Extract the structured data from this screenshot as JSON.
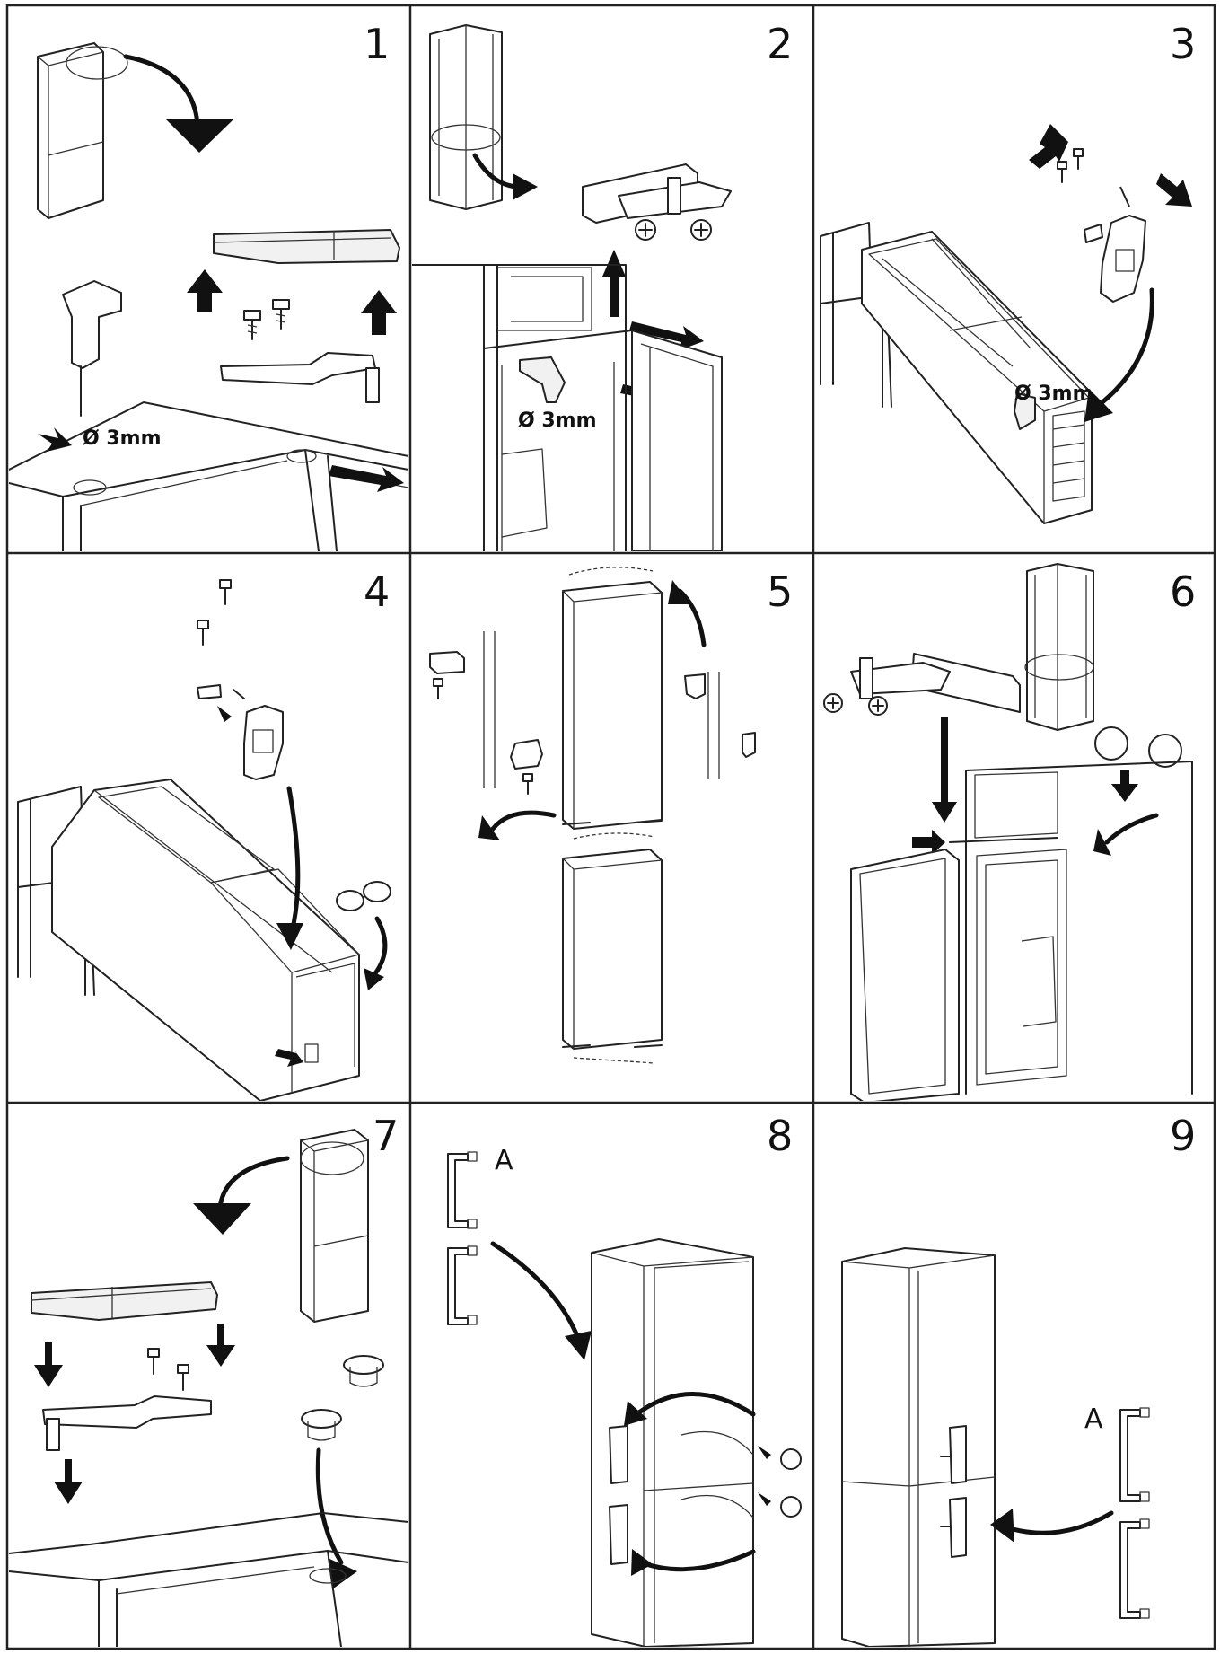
{
  "panels": [
    {
      "step": "1",
      "label": "Ø 3mm"
    },
    {
      "step": "2",
      "label": "Ø 3mm"
    },
    {
      "step": "3",
      "label": "Ø 3mm"
    },
    {
      "step": "4"
    },
    {
      "step": "5"
    },
    {
      "step": "6"
    },
    {
      "step": "7"
    },
    {
      "step": "8",
      "label": "A"
    },
    {
      "step": "9",
      "label": "A"
    }
  ],
  "colors": {
    "line": "#222222",
    "background": "#ffffff"
  }
}
